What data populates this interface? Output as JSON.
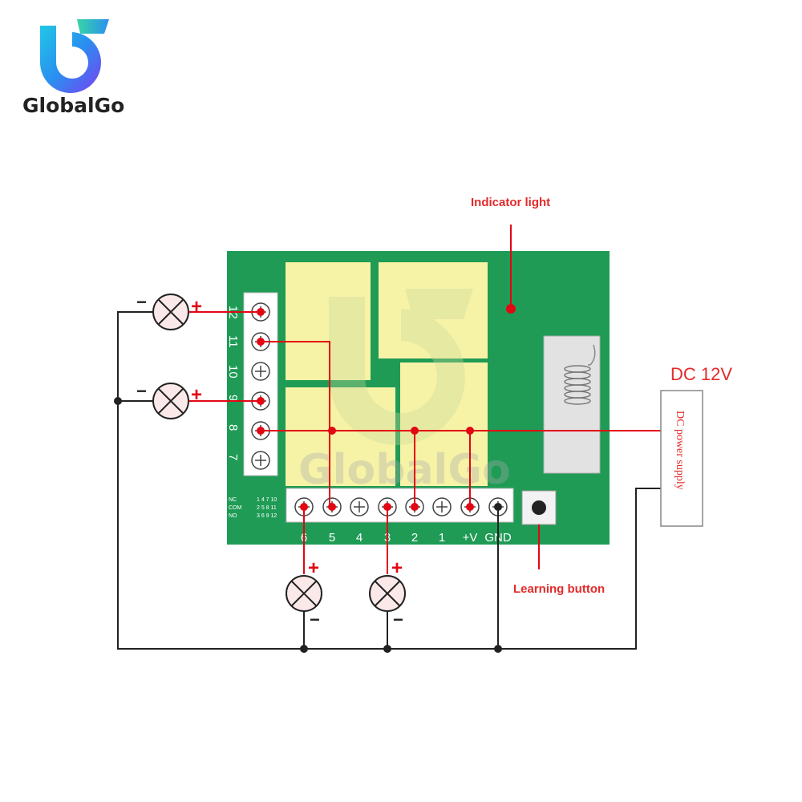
{
  "brand": {
    "name": "GlobalGo",
    "watermark": "GlobalGo"
  },
  "labels": {
    "indicator_light": "Indicator light",
    "learning_button": "Learning button",
    "dc_voltage": "DC 12V",
    "dc_power_supply": "DC power supply"
  },
  "terminals": {
    "side": [
      "12",
      "11",
      "10",
      "9",
      "8",
      "7"
    ],
    "bottom": [
      "6",
      "5",
      "4",
      "3",
      "2",
      "1",
      "+V",
      "GND"
    ]
  },
  "relay_table": {
    "NC": {
      "label": "NC",
      "pins": "1 4 7 10"
    },
    "COM": {
      "label": "COM",
      "pins": "2 5 8 11"
    },
    "NO": {
      "label": "NO",
      "pins": "3 6 9 12"
    }
  },
  "lamp_signs": {
    "plus": "+",
    "minus": "−"
  },
  "colors": {
    "board": "#1f9b55",
    "relay": "#f6f3a7",
    "wire_red": "#e30613",
    "wire_black": "#222222",
    "label_red": "#e32b2b",
    "lamp_pink": "#fbe9e9"
  }
}
